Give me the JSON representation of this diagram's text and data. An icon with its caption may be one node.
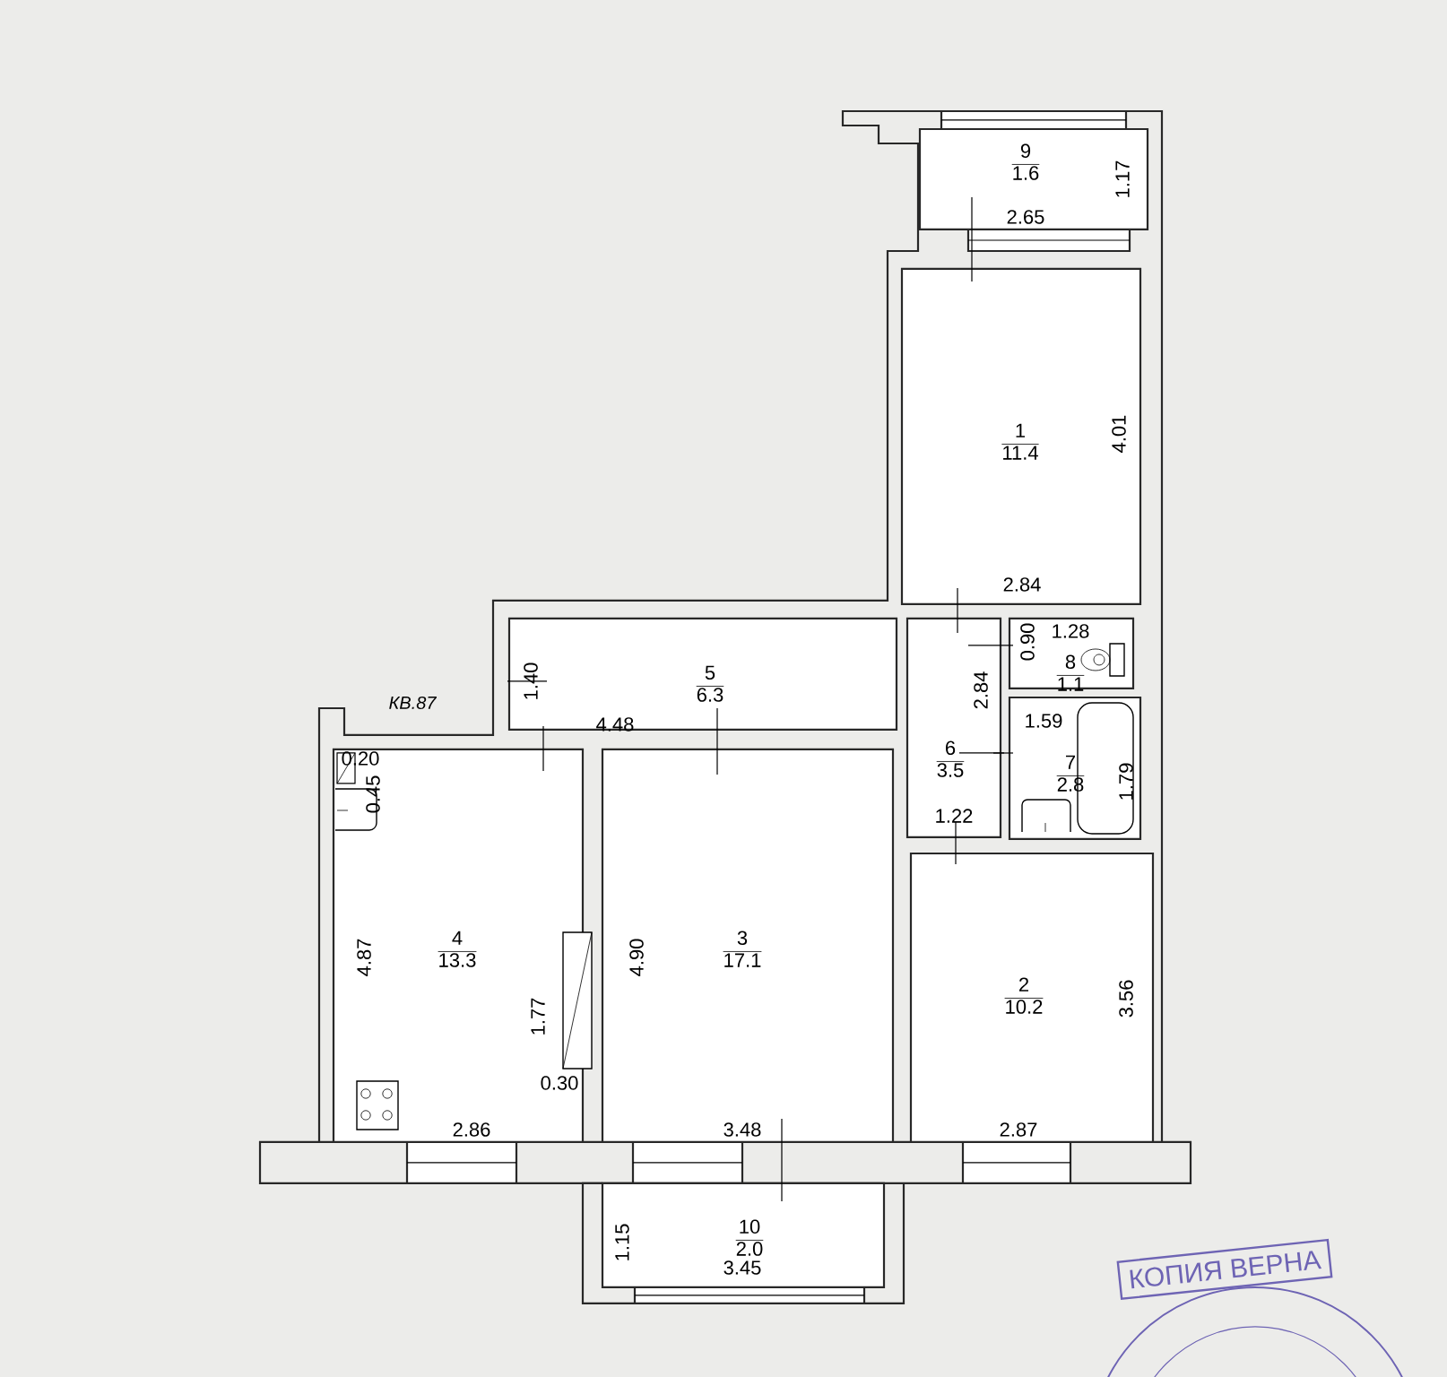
{
  "diagram": {
    "nodes": [
      {
        "text": [
          "9",
          "1.6"
        ]
      },
      {
        "text": [
          "1",
          "11.4"
        ]
      },
      {
        "text": [
          "5",
          "6.3"
        ]
      },
      {
        "text": [
          "8",
          "1.1"
        ]
      },
      {
        "text": [
          "6",
          "3.5"
        ]
      },
      {
        "text": [
          "7",
          "2.8"
        ]
      },
      {
        "text": [
          "4",
          "13.3"
        ]
      },
      {
        "text": [
          "3",
          "17.1"
        ]
      },
      {
        "text": [
          "2",
          "10.2"
        ]
      },
      {
        "text": [
          "10",
          "2.0"
        ]
      }
    ],
    "labels": [
      "1.17",
      "2.65",
      "4.01",
      "2.84",
      "1.40",
      "КВ.87",
      "4.48",
      "0.90",
      "1.28",
      "2.84",
      "1.59",
      "1.79",
      "1.22",
      "0.20",
      "0.45",
      "4.87",
      "1.77",
      "4.90",
      "3.56",
      "0.30",
      "2.86",
      "3.48",
      "2.87",
      "1.15",
      "3.45",
      "КОПИЯ ВЕРНА"
    ]
  }
}
